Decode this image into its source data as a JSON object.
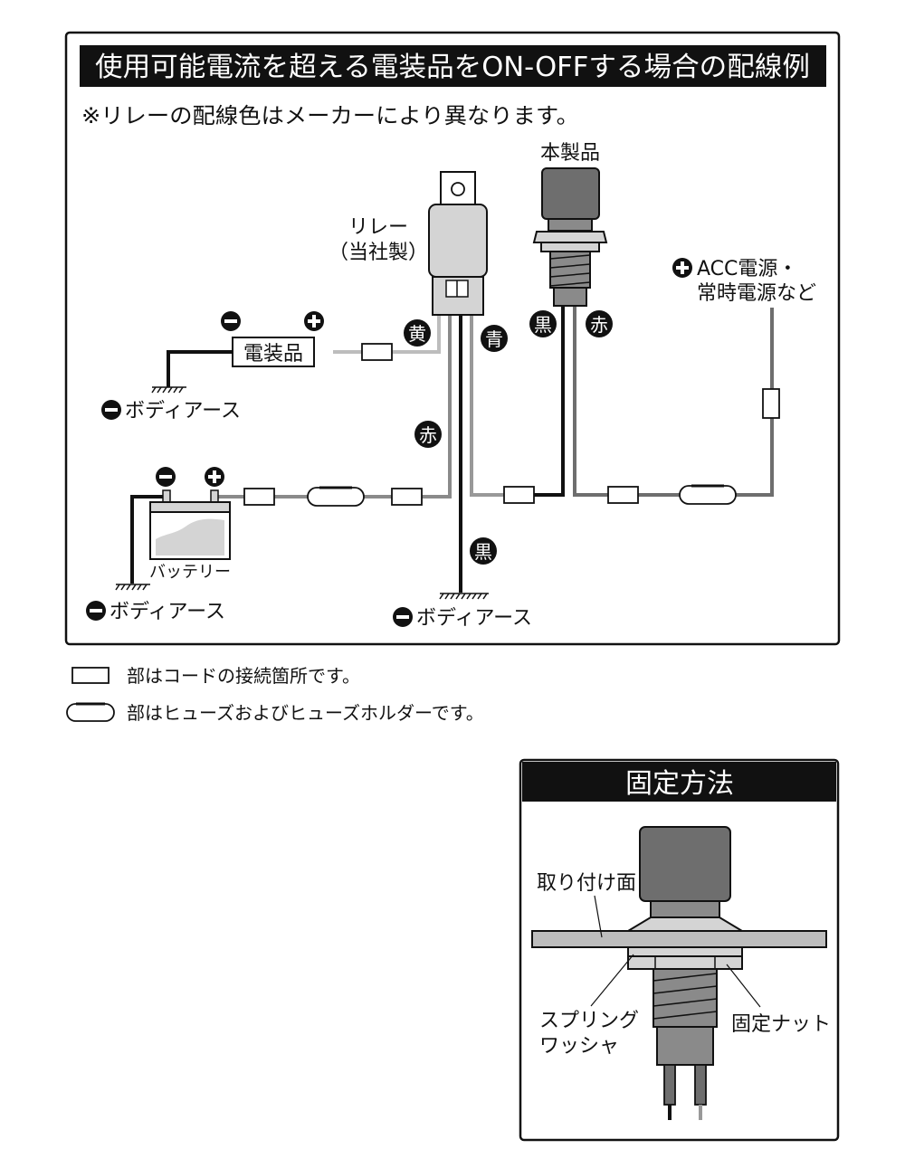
{
  "wiring": {
    "title": "使用可能電流を超える電装品をON-OFFする場合の配線例",
    "note": "※リレーの配線色はメーカーにより異なります。",
    "relay_label_1": "リレー",
    "relay_label_2": "（当社製）",
    "product_label": "本製品",
    "acc_label_1": "ACC電源・",
    "acc_label_2": "常時電源など",
    "load_label": "電装品",
    "battery_label": "バッテリー",
    "body_earth_1": "ボディアース",
    "body_earth_2": "ボディアース",
    "body_earth_3": "ボディアース",
    "wire_yellow": "黄",
    "wire_blue": "青",
    "wire_black_product": "黒",
    "wire_red_product": "赤",
    "wire_red_relay": "赤",
    "wire_black_relay": "黒"
  },
  "legend": {
    "connector": "部はコードの接続箇所です。",
    "fuse": "部はヒューズおよびヒューズホルダーです。"
  },
  "mounting": {
    "title": "固定方法",
    "surface": "取り付け面",
    "washer_1": "スプリング",
    "washer_2": "ワッシャ",
    "nut": "固定ナット"
  },
  "colors": {
    "black": "#111111",
    "dark_gray": "#6e6e6e",
    "mid_gray": "#8a8a8a",
    "light_gray": "#bdbdbd",
    "light_fill": "#d4d4d4"
  }
}
